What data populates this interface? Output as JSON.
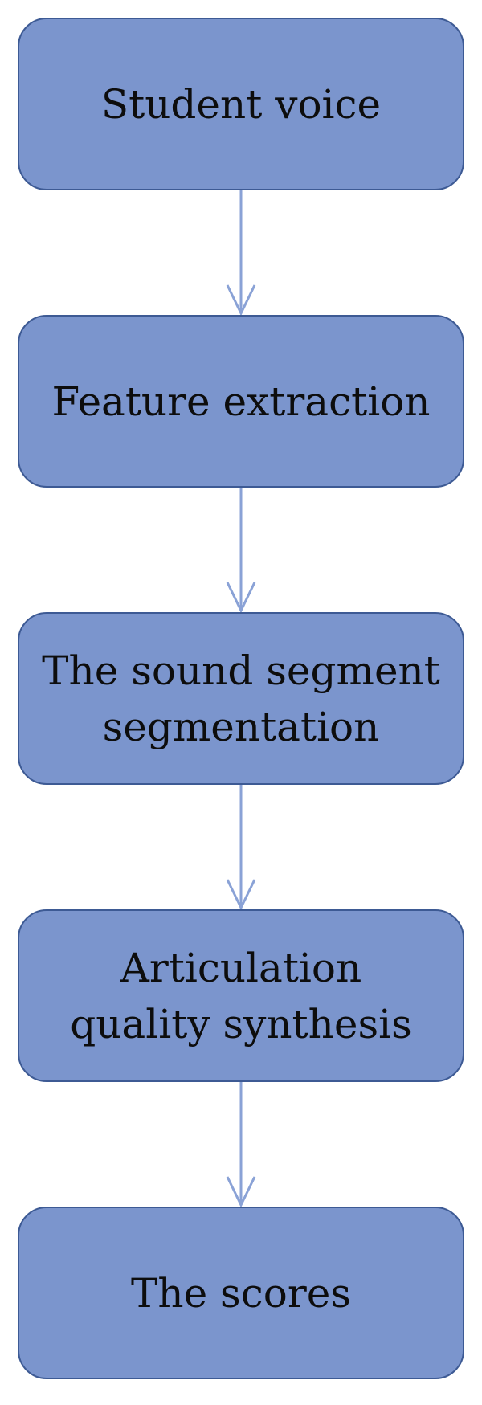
{
  "diagram": {
    "steps": [
      {
        "label": "Student voice"
      },
      {
        "label": "Feature extraction"
      },
      {
        "label": "The sound segment\nsegmentation"
      },
      {
        "label": "Articulation\nquality synthesis"
      },
      {
        "label": "The scores"
      }
    ]
  },
  "colors": {
    "box_fill": "#7b95cd",
    "box_border": "#3d5a94",
    "arrow": "#8aa2d6",
    "text": "#0d0d0d"
  }
}
